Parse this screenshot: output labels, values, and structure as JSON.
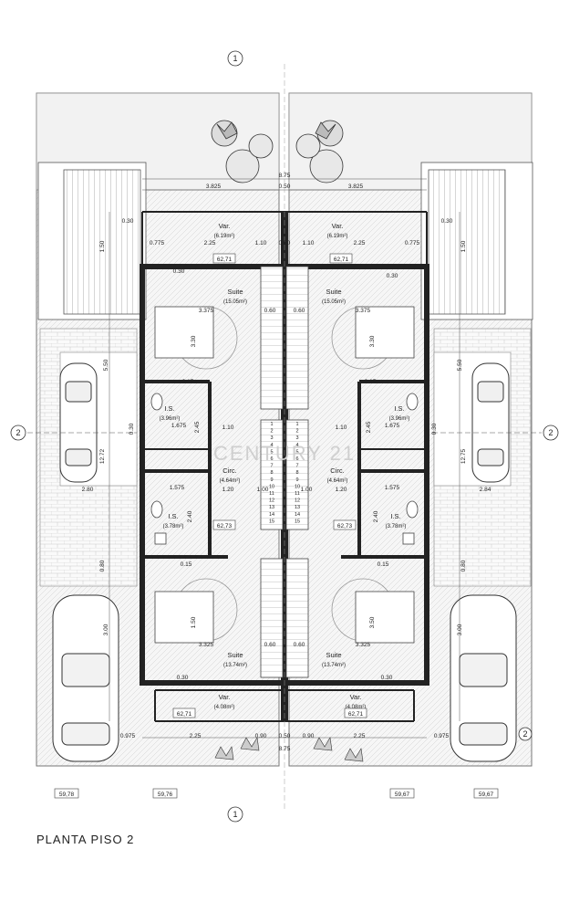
{
  "title": "PLANTA PISO 2",
  "watermark": "CENTURY 21",
  "axes": {
    "v1_top": "1",
    "v1_bottom": "1",
    "h2_left": "2",
    "h2_right": "2",
    "h2_lower_right": "2"
  },
  "dimensions": {
    "total_width": "8.75",
    "half_width_left": "3.825",
    "half_width_right": "3.825",
    "center_wall": "0.50",
    "wall_030": "0.30",
    "side_150": "1.50",
    "side_550": "5.50",
    "side_1272": "12.72",
    "side_1275": "12.75",
    "side_080": "0.80",
    "side_2_80": "2.80",
    "side_2_84": "2.84",
    "bottom_0975": "0.975",
    "bottom_225": "2.25",
    "bottom_090": "0.90",
    "var_0775": "0.775",
    "var_225": "2.25",
    "var_110": "1.10",
    "suite_3375": "3.375",
    "suite_3325": "3.325",
    "is_1675": "1.675",
    "is_1575": "1.575",
    "is_245": "2.45",
    "is_240": "2.40",
    "circ_120": "1.20",
    "circ_100": "1.00",
    "dim_015": "0.15",
    "dim_060": "0.60",
    "dim_330": "3.30",
    "dim_350": "3.50",
    "dim_300": "3.00",
    "dim_150b": "1.50"
  },
  "rooms": {
    "var_top_left": {
      "name": "Var.",
      "area": "(6.19m²)"
    },
    "var_top_right": {
      "name": "Var.",
      "area": "(6.19m²)"
    },
    "suite_top_left": {
      "name": "Suite",
      "area": "(15.05m²)"
    },
    "suite_top_right": {
      "name": "Suite",
      "area": "(15.05m²)"
    },
    "is_upper_left": {
      "name": "I.S.",
      "area": "(3.96m²)"
    },
    "is_upper_right": {
      "name": "I.S.",
      "area": "(3.96m²)"
    },
    "circ_left": {
      "name": "Circ.",
      "area": "(4.64m²)"
    },
    "circ_right": {
      "name": "Circ.",
      "area": "(4.64m²)"
    },
    "is_lower_left": {
      "name": "I.S.",
      "area": "(3.78m²)"
    },
    "is_lower_right": {
      "name": "I.S.",
      "area": "(3.78m²)"
    },
    "suite_bottom_left": {
      "name": "Suite",
      "area": "(13.74m²)"
    },
    "suite_bottom_right": {
      "name": "Suite",
      "area": "(13.74m²)"
    },
    "var_bottom_left": {
      "name": "Var.",
      "area": "(4.08m²)"
    },
    "var_bottom_right": {
      "name": "Var.",
      "area": "(4.08m²)"
    }
  },
  "levels": {
    "top_left": "62,71",
    "top_right": "62,71",
    "mid_left": "62,73",
    "mid_right": "62,73",
    "bottom_left": "62,71",
    "bottom_right": "62,71",
    "ground_1": "59,78",
    "ground_2": "59,76",
    "ground_3": "59,67",
    "ground_4": "59,67"
  },
  "stair_steps": [
    "1",
    "2",
    "3",
    "4",
    "5",
    "6",
    "7",
    "8",
    "9",
    "10",
    "11",
    "12",
    "13",
    "14",
    "15"
  ]
}
